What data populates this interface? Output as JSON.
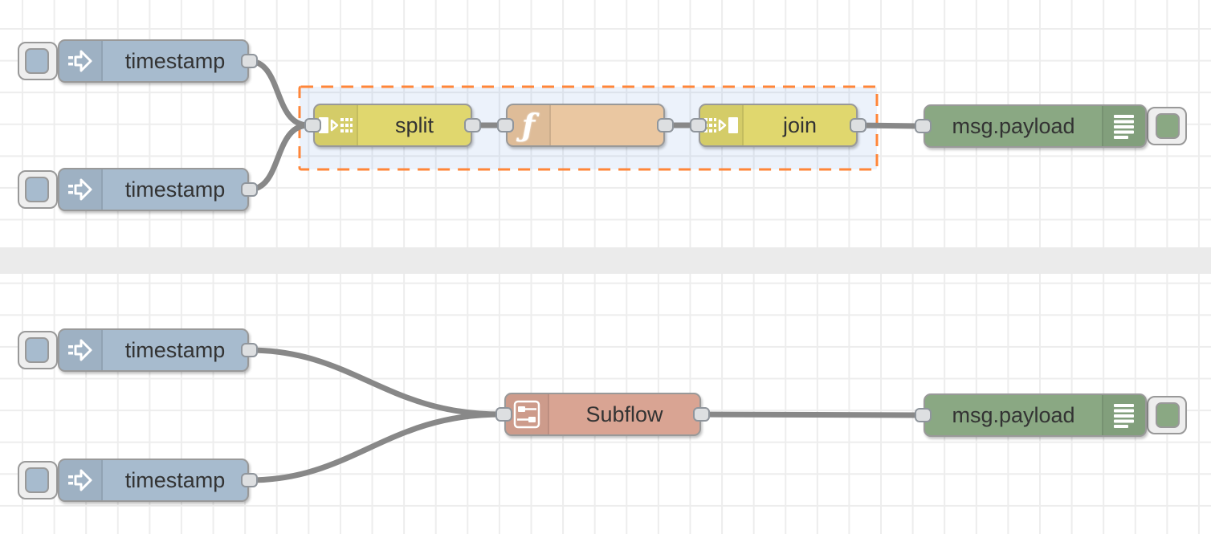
{
  "app": {
    "name": "Node-RED flow editor canvas"
  },
  "colors": {
    "inject_node": "#a7bbce",
    "split_join_node": "#e0d76e",
    "function_node": "#eac7a1",
    "debug_node": "#8aa883",
    "subflow_node": "#d9a493",
    "node_border": "#999999",
    "wire": "#888888",
    "port_fill": "#dddfe1",
    "group_border": "#ff8639",
    "group_fill": "rgba(125,165,225,0.15)",
    "separator_band": "#ebebeb",
    "grid_line": "#ededed",
    "label_text": "#333333"
  },
  "icons": {
    "inject": "arrow-right-icon",
    "split": "split-icon",
    "function_glyph": "ƒ",
    "join": "join-icon",
    "debug": "list-icon",
    "subflow": "subflow-icon"
  },
  "flows": {
    "top": {
      "inject1": "timestamp",
      "inject2": "timestamp",
      "split": "split",
      "function": "",
      "join": "join",
      "debug": "msg.payload"
    },
    "bottom": {
      "inject1": "timestamp",
      "inject2": "timestamp",
      "subflow": "Subflow",
      "debug": "msg.payload"
    }
  }
}
